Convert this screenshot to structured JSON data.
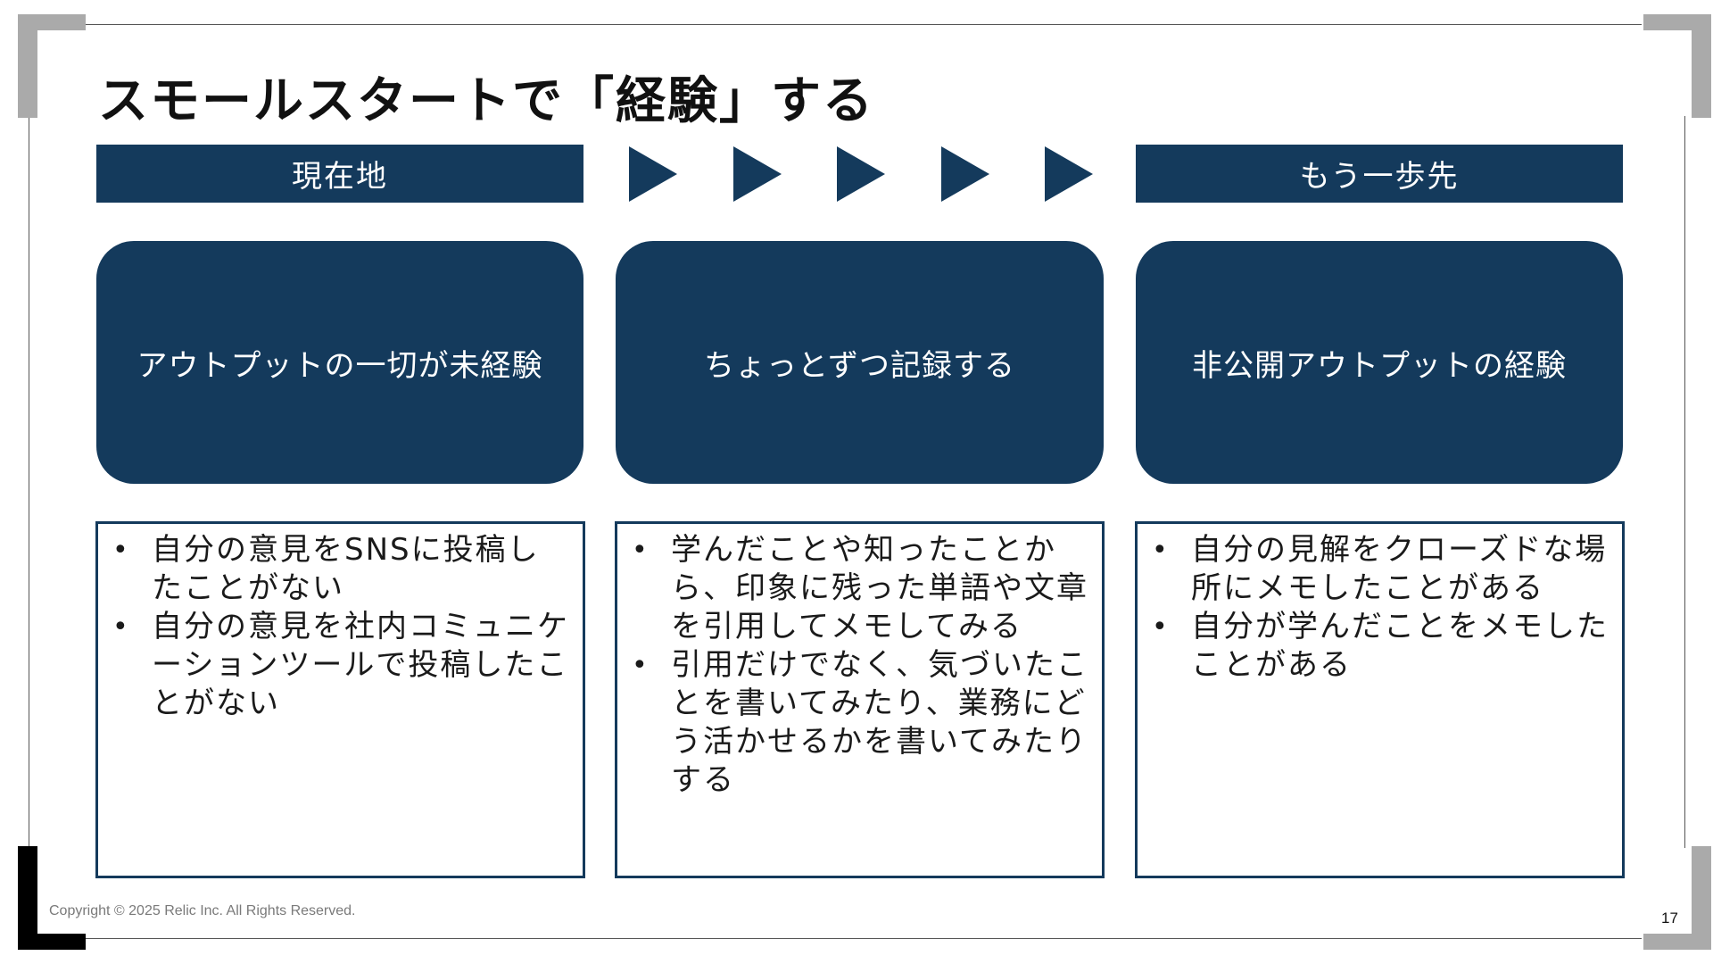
{
  "slide": {
    "title": "スモールスタートで「経験」する",
    "copyright": "Copyright © 2025 Relic Inc. All Rights Reserved.",
    "page_number": "17"
  },
  "banners": {
    "current": "現在地",
    "next": "もう一歩先"
  },
  "steps": [
    {
      "label": "アウトプットの一切が未経験"
    },
    {
      "label": "ちょっとずつ記録する"
    },
    {
      "label": "非公開アウトプットの経験"
    }
  ],
  "details": [
    {
      "items": [
        "自分の意見をSNSに投稿したことがない",
        "自分の意見を社内コミュニケーションツールで投稿したことがない"
      ]
    },
    {
      "items": [
        "学んだことや知ったことから、印象に残った単語や文章を引用してメモしてみる",
        "引用だけでなく、気づいたことを書いてみたり、業務にどう活かせるかを書いてみたりする"
      ]
    },
    {
      "items": [
        "自分の見解をクローズドな場所にメモしたことがある",
        "自分が学んだことをメモしたことがある"
      ]
    }
  ],
  "colors": {
    "navy": "#143a5c",
    "corner_gray": "#aaaaaa",
    "corner_black": "#000000"
  },
  "icons": [
    "arrow-right-icon"
  ]
}
